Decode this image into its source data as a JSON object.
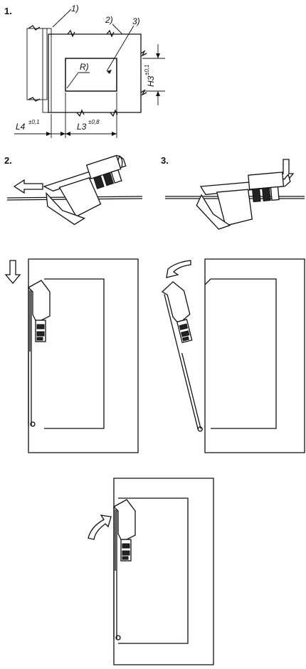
{
  "steps": [
    "1.",
    "2.",
    "3."
  ],
  "callouts": [
    "1)",
    "2)",
    "3)",
    "R)"
  ],
  "dimensions": {
    "h3": {
      "name": "H3",
      "tol": "±0,1"
    },
    "l3": {
      "name": "L3",
      "tol": "±0,8"
    },
    "l4": {
      "name": "L4",
      "tol": "±0,1"
    }
  },
  "icons": [
    "arrow-left-icon",
    "arrow-down-icon",
    "curved-arrow-icon"
  ]
}
